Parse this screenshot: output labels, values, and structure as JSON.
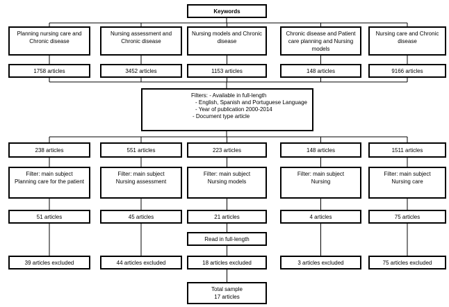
{
  "keywords": "Keywords",
  "columns": [
    {
      "search": "Planning nursing care and\nChronic disease",
      "found": "1758 articles",
      "filtered": "238 articles",
      "subject": "Filter: main subject\nPlanning care for the patient",
      "selected": "51 articles",
      "excluded": "39 articles excluded"
    },
    {
      "search": "Nursing assessment and\nChronic disease",
      "found": "3452 articles",
      "filtered": "551 articles",
      "subject": "Filter: main subject\nNursing assessment",
      "selected": "45 articles",
      "excluded": "44 articles excluded"
    },
    {
      "search": "Nursing models and Chronic\ndisease",
      "found": "1153 articles",
      "filtered": "223 articles",
      "subject": "Filter: main subject\nNursing models",
      "selected": "21 articles",
      "excluded": "18 articles excluded"
    },
    {
      "search": "Chronic disease and Patient\ncare planning  and Nursing\nmodels",
      "found": "148 articles",
      "filtered": "148 articles",
      "subject": "Filter: main subject\nNursing",
      "selected": "4 articles",
      "excluded": "3 articles excluded"
    },
    {
      "search": "Nursing care and Chronic\ndisease",
      "found": "9166 articles",
      "filtered": "1511 articles",
      "subject": "Filter: main subject\nNursing care",
      "selected": "75 articles",
      "excluded": "75 articles excluded"
    }
  ],
  "filters": {
    "lines": [
      "Filters:  - Available in full-length",
      "- English, Spanish and Portuguese Language",
      "- Year of publication 2000-2014",
      "- Document type article"
    ]
  },
  "read_full": "Read in full-length",
  "total": "Total sample\n17 articles"
}
